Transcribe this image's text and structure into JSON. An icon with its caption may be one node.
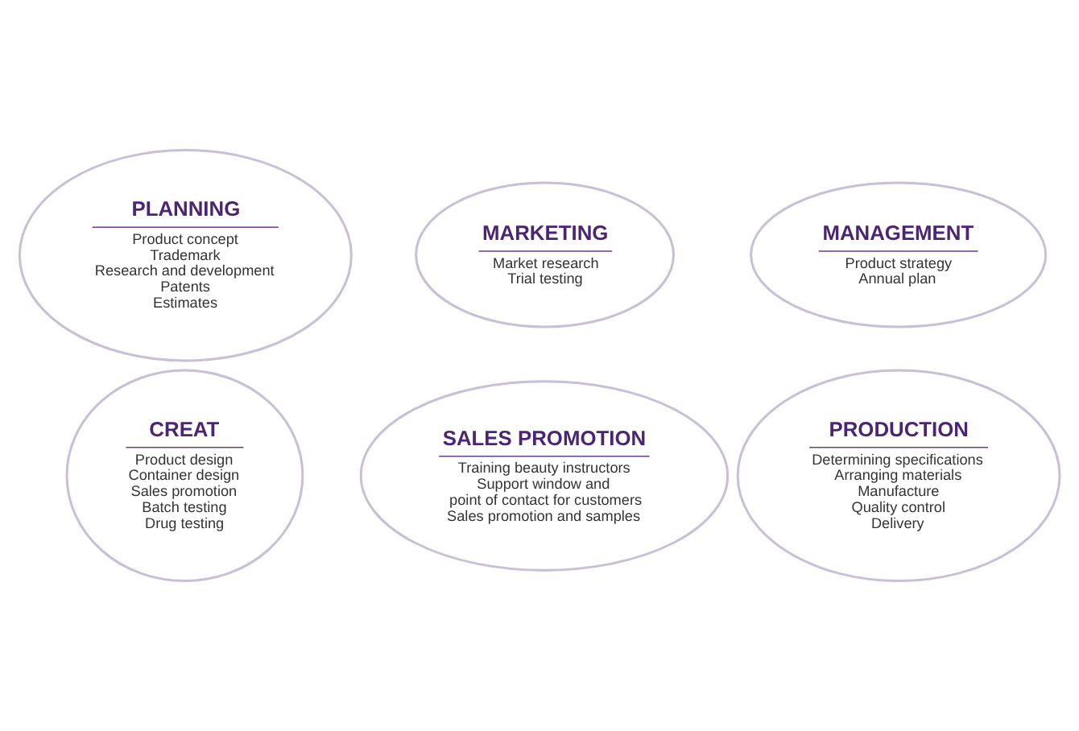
{
  "diagram": {
    "nodes": [
      {
        "text": [
          "PLANNING",
          "Product concept Trademark Research and development Patents Estimates"
        ]
      },
      {
        "text": [
          "MARKETING",
          "Market research Trial testing"
        ]
      },
      {
        "text": [
          "MANAGEMENT",
          "Product strategy Annual plan"
        ]
      },
      {
        "text": [
          "CREAT",
          "Product design Container design Sales promotion Batch testing Drug testing"
        ]
      },
      {
        "text": [
          "SALES PROMOTION",
          "Training beauty instructors Support window and point of contact for customers Sales promotion and samples"
        ]
      },
      {
        "text": [
          "PRODUCTION",
          "Determining specifications Arranging materials Manufacture Quality control Delivery"
        ]
      }
    ],
    "edges": []
  }
}
